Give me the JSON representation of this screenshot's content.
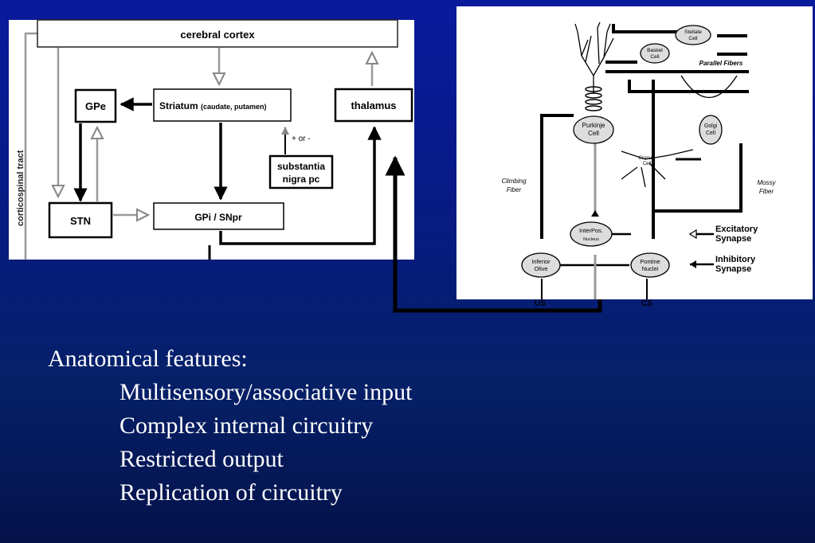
{
  "basal_ganglia": {
    "cortex": "cerebral cortex",
    "gpe": "GPe",
    "striatum": "Striatum",
    "striatum_sub": "(caudate, putamen)",
    "thalamus": "thalamus",
    "plus_minus": "+ or -",
    "substantia_line1": "substantia",
    "substantia_line2": "nigra pc",
    "stn": "STN",
    "gpi": "GPi / SNpr",
    "tract": "corticospinal tract"
  },
  "cerebellum": {
    "stellate_line1": "Stellate",
    "stellate_line2": "Cell",
    "basket_line1": "Basket",
    "basket_line2": "Cell",
    "parallel_fibers": "Parallel Fibers",
    "golgi_line1": "Golgi",
    "golgi_line2": "Cell",
    "purkinje_line1": "Purkinje",
    "purkinje_line2": "Cell",
    "granule_line1": "Granule",
    "granule_line2": "Cell",
    "climbing_line1": "Climbing",
    "climbing_line2": "Fiber",
    "mossy_line1": "Mossy",
    "mossy_line2": "Fiber",
    "interpos_line1": "InterPos.",
    "interpos_line2": "Nucleus",
    "inferior_line1": "Inferior",
    "inferior_line2": "Olive",
    "pontine_line1": "Pontine",
    "pontine_line2": "Nuclei",
    "excitatory_line1": "Excitatory",
    "excitatory_line2": "Synapse",
    "inhibitory_line1": "Inhibitory",
    "inhibitory_line2": "Synapse",
    "us": "US",
    "cs": "CS"
  },
  "text": {
    "heading": "Anatomical features:",
    "items": [
      "Multisensory/associative input",
      "Complex internal circuitry",
      "Restricted output",
      "Replication of circuitry"
    ]
  },
  "colors": {
    "background_top": "#0a1a9c",
    "background_bottom": "#04124a",
    "panel": "#ffffff",
    "ink": "#000000",
    "text": "#ffffff"
  }
}
